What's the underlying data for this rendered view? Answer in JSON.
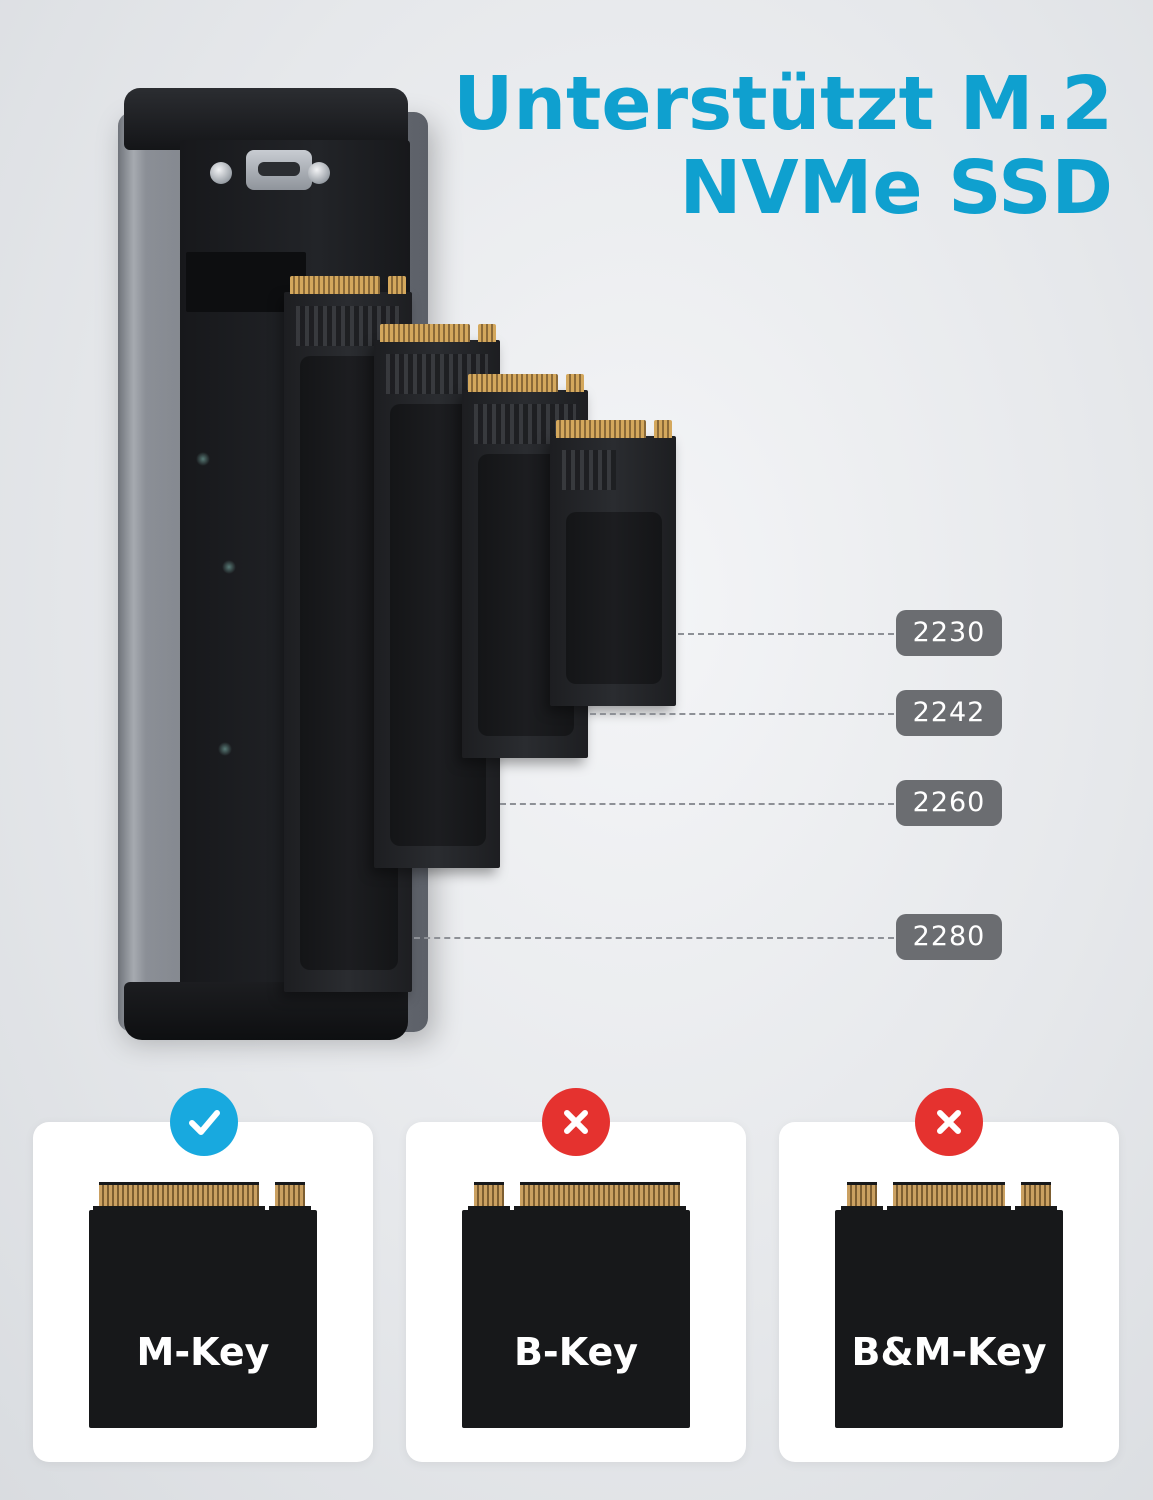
{
  "headline": {
    "line1": "Unterstützt M.2",
    "line2": "NVMe SSD",
    "color": "#0fa0cf"
  },
  "sizes": [
    {
      "label": "2230"
    },
    {
      "label": "2242"
    },
    {
      "label": "2260"
    },
    {
      "label": "2280"
    }
  ],
  "keys": [
    {
      "label": "M-Key",
      "status": "check-icon",
      "status_color": "#18a9df"
    },
    {
      "label": "B-Key",
      "status": "cross-icon",
      "status_color": "#e5322f"
    },
    {
      "label": "B&M-Key",
      "status": "cross-icon",
      "status_color": "#e5322f"
    }
  ]
}
